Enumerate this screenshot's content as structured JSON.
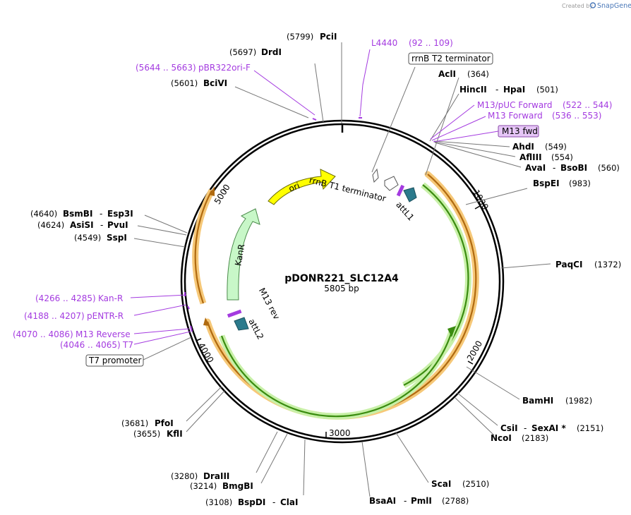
{
  "brand": {
    "created_by": "Created by",
    "app": "SnapGene"
  },
  "plasmid": {
    "name": "pDONR221_SLC12A4",
    "length": "5805 bp"
  },
  "ticks": [
    "1000",
    "2000",
    "3000",
    "4000",
    "5000"
  ],
  "sites": [
    {
      "pos": "(5799)",
      "name": "PciI"
    },
    {
      "pos": "(5697)",
      "name": "DrdI"
    },
    {
      "pos": "(5601)",
      "name": "BciVI"
    },
    {
      "name": "AclI",
      "pos": "(364)"
    },
    {
      "name": "HincII",
      "name2": "HpaI",
      "pos": "(501)"
    },
    {
      "name": "AhdI",
      "pos": "(549)"
    },
    {
      "name": "AflIII",
      "pos": "(554)"
    },
    {
      "name": "AvaI",
      "name2": "BsoBI",
      "pos": "(560)"
    },
    {
      "name": "BspEI",
      "pos": "(983)"
    },
    {
      "name": "PaqCI",
      "pos": "(1372)"
    },
    {
      "name": "BamHI",
      "pos": "(1982)"
    },
    {
      "name": "CsiI",
      "name2": "SexAI *",
      "pos": "(2151)"
    },
    {
      "name": "NcoI",
      "pos": "(2183)"
    },
    {
      "name": "ScaI",
      "pos": "(2510)"
    },
    {
      "name": "BsaAI",
      "name2": "PmlI",
      "pos": "(2788)"
    },
    {
      "pos": "(3108)",
      "name": "BspDI",
      "name2": "ClaI"
    },
    {
      "pos": "(3214)",
      "name": "BmgBI"
    },
    {
      "pos": "(3280)",
      "name": "DraIII"
    },
    {
      "pos": "(3655)",
      "name": "KflI"
    },
    {
      "pos": "(3681)",
      "name": "PfoI"
    },
    {
      "pos": "(4549)",
      "name": "SspI"
    },
    {
      "pos": "(4624)",
      "name": "AsiSI",
      "name2": "PvuI"
    },
    {
      "pos": "(4640)",
      "name": "BsmBI",
      "name2": "Esp3I"
    }
  ],
  "primers": [
    {
      "name": "L4440",
      "range": "(92 .. 109)"
    },
    {
      "range": "(5644 .. 5663)",
      "name": "pBR322ori-F"
    },
    {
      "name": "M13/pUC Forward",
      "range": "(522 .. 544)"
    },
    {
      "name": "M13 Forward",
      "range": "(536 .. 553)"
    },
    {
      "name": "M13 fwd"
    },
    {
      "range": "(4266 .. 4285)",
      "name": "Kan-R"
    },
    {
      "range": "(4188 .. 4207)",
      "name": "pENTR-R"
    },
    {
      "range": "(4070 .. 4086)",
      "name": "M13 Reverse"
    },
    {
      "range": "(4046 .. 4065)",
      "name": "T7"
    }
  ],
  "boxed_features": [
    "rrnB T2 terminator",
    "T7 promoter"
  ],
  "features": {
    "ori": "ori",
    "kanr": "KanR",
    "rrnb_t1": "rrnB T1 terminator",
    "attl1": "attL1",
    "attl2": "attL2",
    "m13_rev": "M13 rev"
  },
  "colors": {
    "primer": "#a43be0",
    "ori": "#ffff00",
    "kanr": "#c8f7c8",
    "att": "#2b7a8c",
    "orf_green": "#3a8c10",
    "orf_orange": "#f6c878"
  }
}
